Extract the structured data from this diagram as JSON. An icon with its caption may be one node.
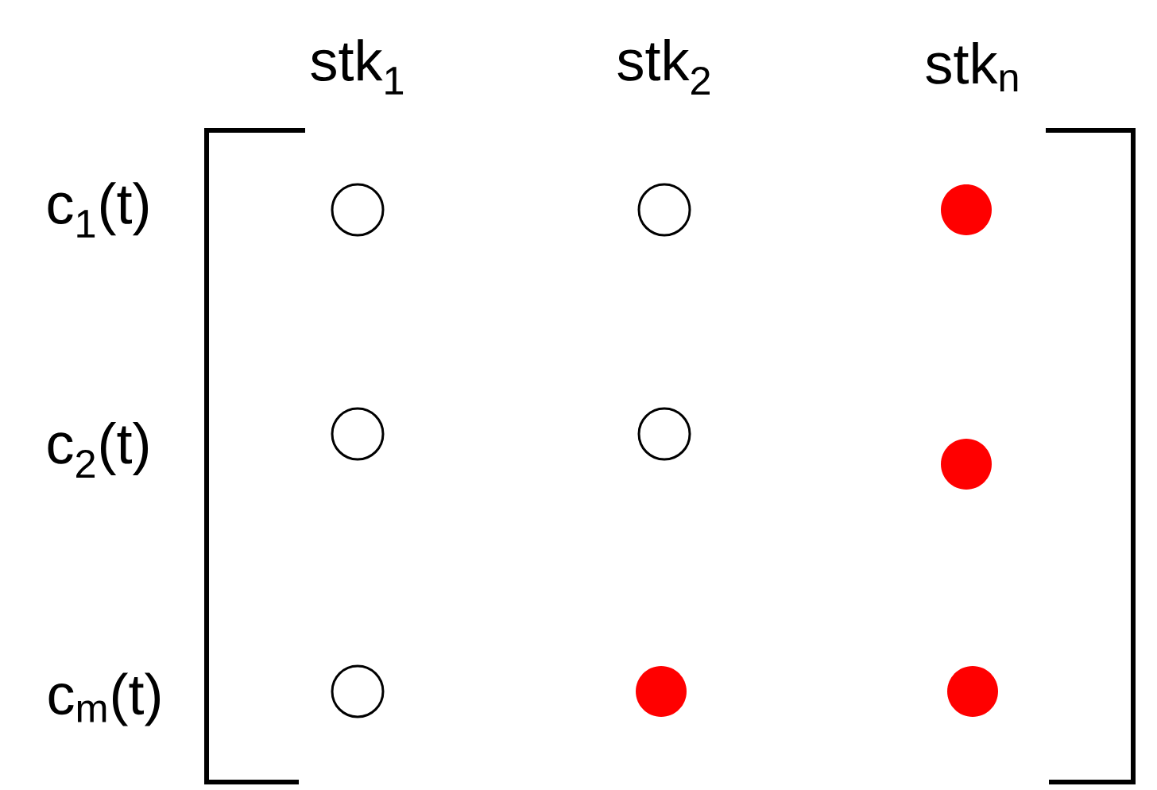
{
  "diagram": {
    "nodes": [
      {
        "text": [],
        "shape": "circle"
      },
      {
        "text": [],
        "shape": "circle"
      },
      {
        "text": [],
        "shape": "dot"
      },
      {
        "text": [],
        "shape": "circle"
      },
      {
        "text": [],
        "shape": "circle"
      },
      {
        "text": [],
        "shape": "dot"
      },
      {
        "text": [],
        "shape": "circle"
      },
      {
        "text": [],
        "shape": "dot"
      },
      {
        "text": [],
        "shape": "dot"
      }
    ],
    "labels": [
      "stk$_{1}$",
      "stk$_{2}$",
      "stk$_{n}$",
      "c$_{1}$(t)",
      "c$_{2}$(t)",
      "c$_{m}$(t)"
    ]
  }
}
